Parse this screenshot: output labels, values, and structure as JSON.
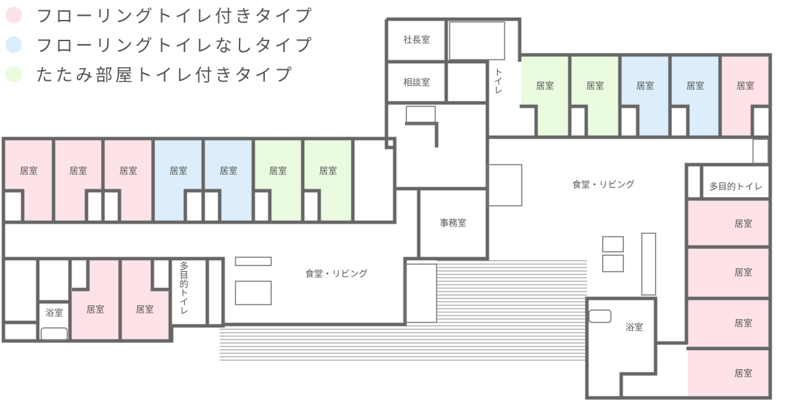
{
  "legend": [
    {
      "label": "フローリングトイレ付きタイプ",
      "color": "#fde3e8"
    },
    {
      "label": "フローリングトイレなしタイプ",
      "color": "#dcedfb"
    },
    {
      "label": "たたみ部屋トイレ付きタイプ",
      "color": "#eafbdf"
    }
  ],
  "colors": {
    "wall": "#666666",
    "pink": "#fde3e8",
    "blue": "#dcedfb",
    "green": "#eafbdf"
  },
  "rooms": {
    "living_room": "居室",
    "president_office": "社長室",
    "consultation_room": "相談室",
    "toilet": "トイレ",
    "multipurpose_toilet": "多目的トイレ",
    "multipurpose_toilet_vertical": "多目的トイレ",
    "bath": "浴室",
    "office": "事務室",
    "dining_living": "食堂・リビング"
  }
}
